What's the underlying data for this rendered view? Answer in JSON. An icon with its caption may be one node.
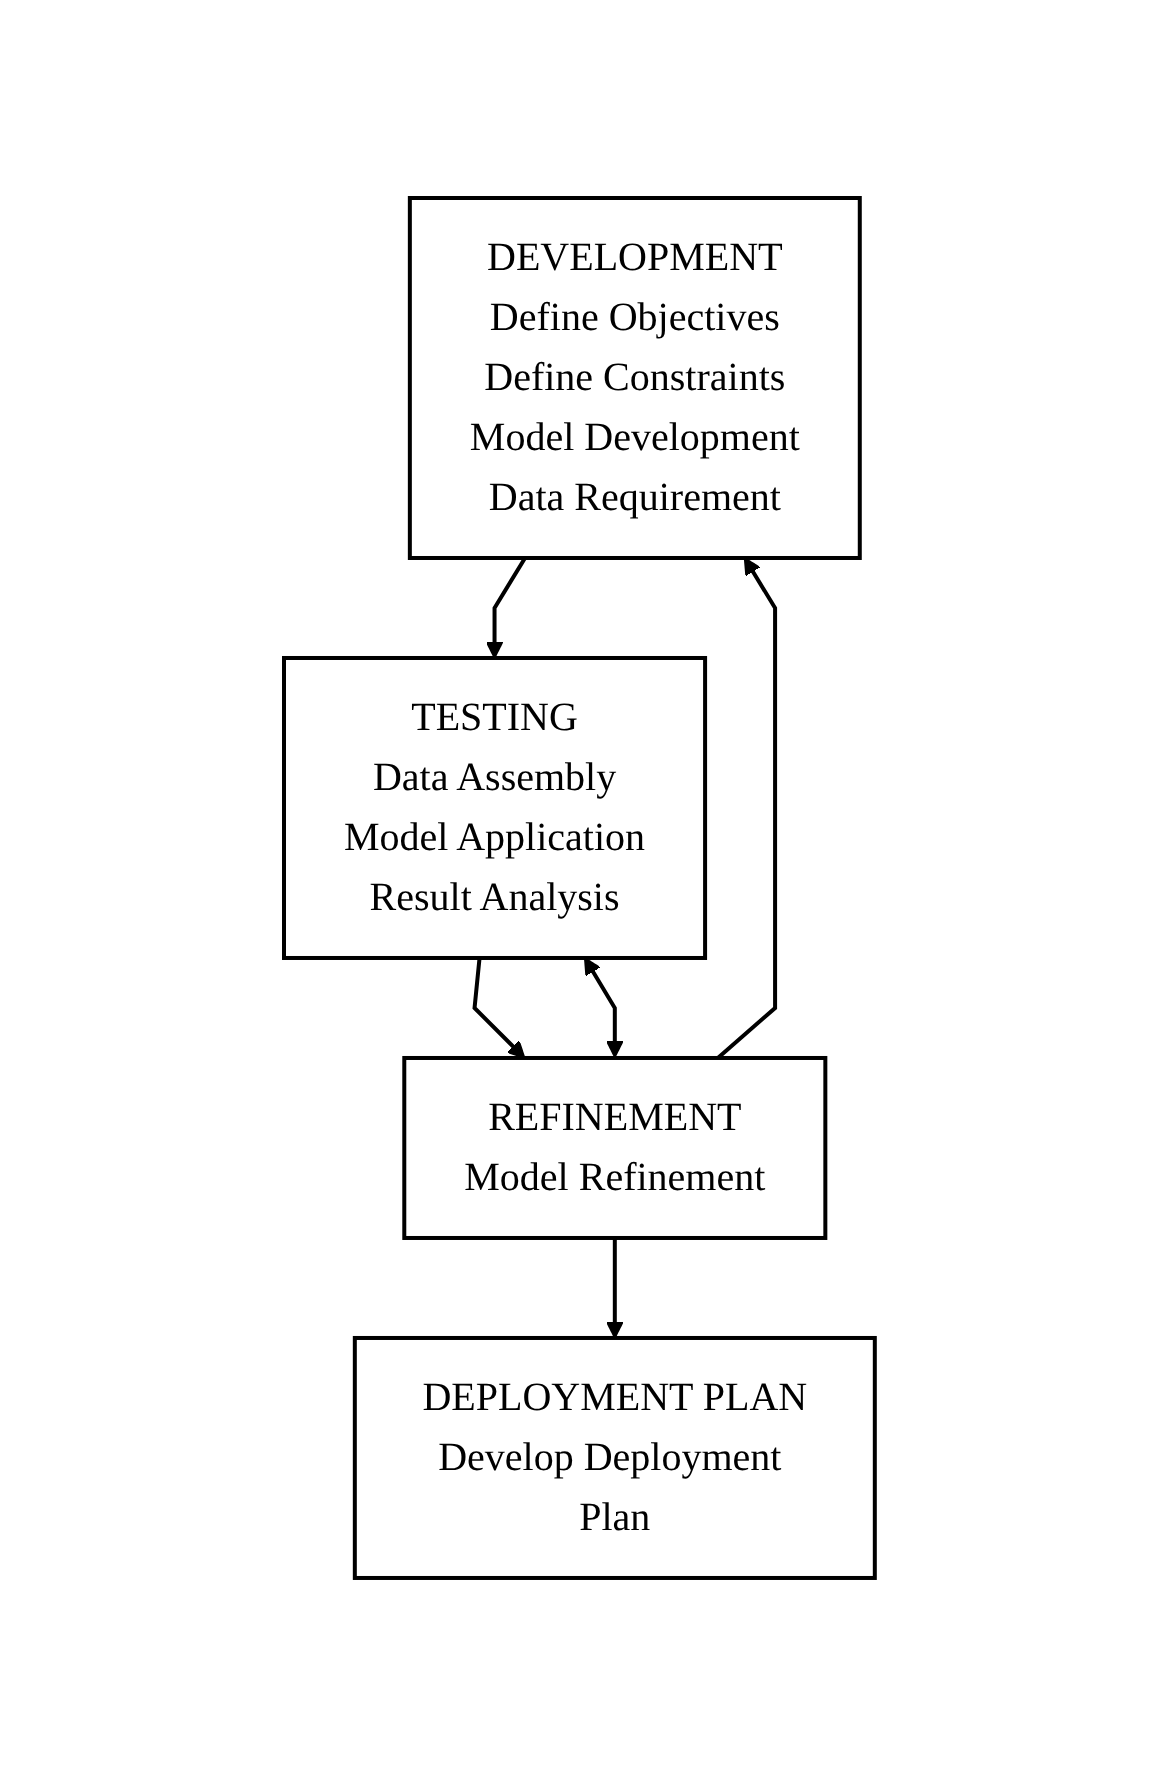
{
  "diagram": {
    "nodes": [
      {
        "text": [
          "DEVELOPMENT",
          "Define Objectives",
          "Define Constraints",
          "Model Development",
          "Data Requirement"
        ]
      },
      {
        "text": [
          "TESTING",
          "Data Assembly",
          "Model Application",
          "Result Analysis"
        ]
      },
      {
        "text": [
          "REFINEMENT",
          "Model Refinement"
        ]
      },
      {
        "text": [
          "DEPLOYMENT PLAN",
          "Develop Deployment Plan"
        ]
      }
    ],
    "edges": [
      {
        "from": 0,
        "to": 1,
        "arrow": "to"
      },
      {
        "from": 1,
        "to": 2,
        "arrow": "to"
      },
      {
        "from": 2,
        "to": 3,
        "arrow": "to"
      },
      {
        "from": 2,
        "to": 0,
        "arrow": "to"
      },
      {
        "from": 2,
        "to": 1,
        "arrow": "both"
      }
    ]
  }
}
